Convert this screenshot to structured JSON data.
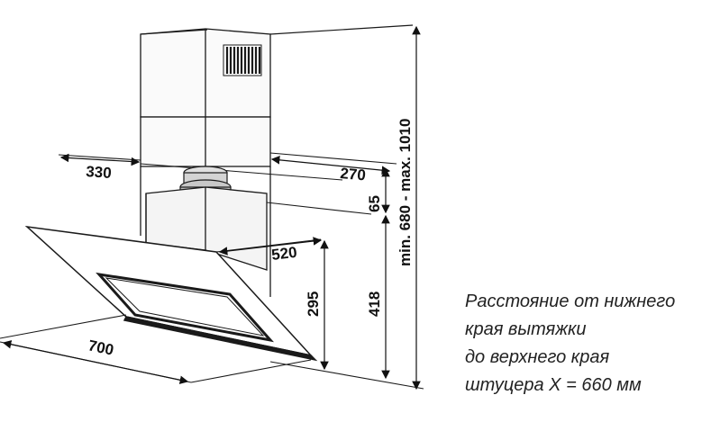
{
  "dimensions": {
    "left_depth": "330",
    "right_depth": "270",
    "duct_offset": "65",
    "hood_depth": "520",
    "hood_width": "700",
    "hood_height": "295",
    "connector_height": "418",
    "total_height": "min. 680 - max. 1010"
  },
  "note": {
    "lines": [
      "Расстояние от нижнего",
      "края вытяжки",
      "до верхнего края",
      "штуцера X = 660 мм"
    ]
  },
  "colors": {
    "line": "#1a1a1a",
    "glass": "#ffffff",
    "panel": "#e9e9e9"
  }
}
